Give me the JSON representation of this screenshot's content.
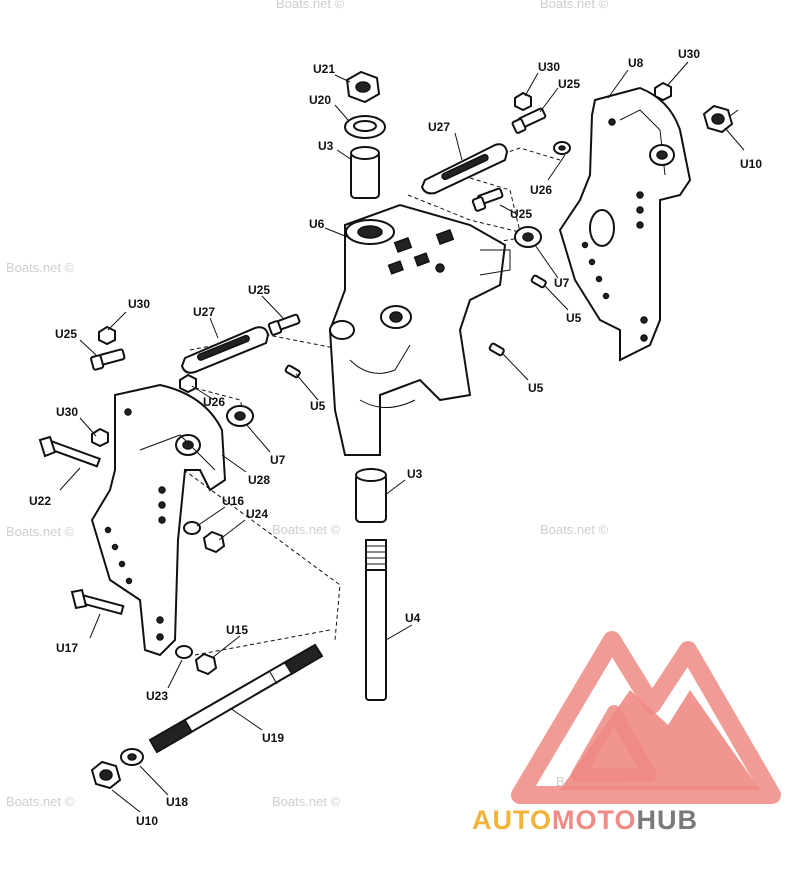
{
  "watermark_text": "Boats.net ©",
  "logo": {
    "part1": "AUTO",
    "part2": "MOTO",
    "part3": "HUB",
    "color_auto": "#f2b33a",
    "color_moto": "#ef8a84",
    "color_hub": "#7a7a7a",
    "triangle_color": "#ef8a84"
  },
  "labels": {
    "u21": "U21",
    "u20": "U20",
    "u3_top": "U3",
    "u6": "U6",
    "u30_top": "U30",
    "u25_top": "U25",
    "u8": "U8",
    "u30_tr": "U30",
    "u27_top": "U27",
    "u10_tr": "U10",
    "u26_top": "U26",
    "u25_mid": "U25",
    "u7_right": "U7",
    "u5_right": "U5",
    "u5_lower": "U5",
    "u30_left": "U30",
    "u25_left": "U25",
    "u27_left": "U27",
    "u25_lm": "U25",
    "u26_left": "U26",
    "u5_left": "U5",
    "u30_l2": "U30",
    "u7_left": "U7",
    "u28": "U28",
    "u22": "U22",
    "u16": "U16",
    "u24": "U24",
    "u3_bottom": "U3",
    "u4": "U4",
    "u17": "U17",
    "u15": "U15",
    "u23": "U23",
    "u19": "U19",
    "u18": "U18",
    "u10_bottom": "U10"
  }
}
